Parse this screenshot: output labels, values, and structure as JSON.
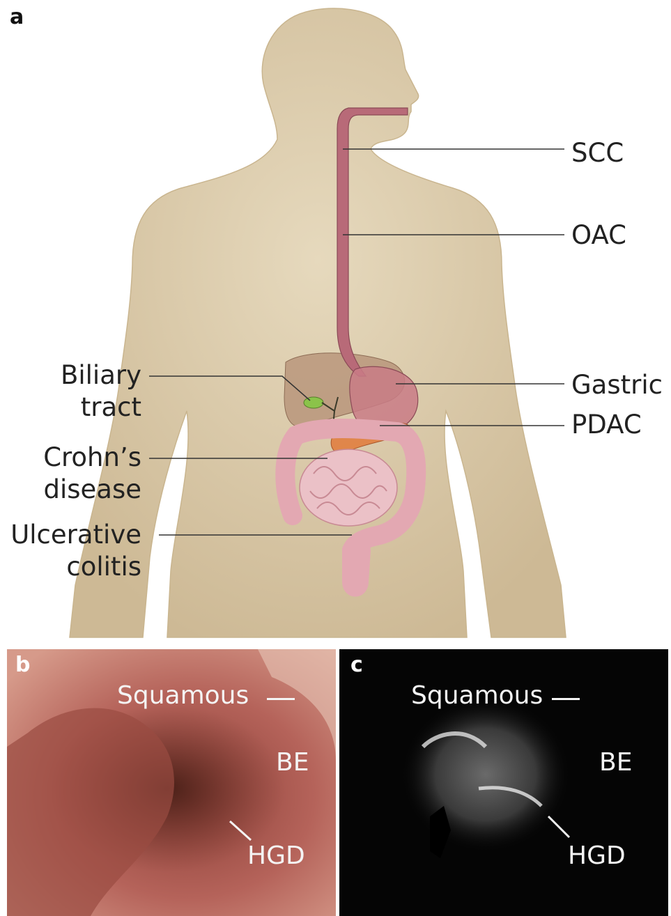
{
  "panel_a": {
    "letter": "a",
    "labels_right": {
      "scc": "SCC",
      "oac": "OAC",
      "gastric": "Gastric",
      "pdac": "PDAC"
    },
    "labels_left": {
      "biliary_line1": "Biliary",
      "biliary_line2": "tract",
      "crohns_line1": "Crohn’s",
      "crohns_line2": "disease",
      "uc_line1": "Ulcerative",
      "uc_line2": "colitis"
    }
  },
  "panel_b": {
    "letter": "b",
    "squamous": "Squamous",
    "be": "BE",
    "hgd": "HGD"
  },
  "panel_c": {
    "letter": "c",
    "squamous": "Squamous",
    "be": "BE",
    "hgd": "HGD"
  },
  "colors": {
    "skin": "#d8c8a8",
    "esophagus": "#b86a78",
    "liver": "#b08a70",
    "gallbladder": "#8bc34a",
    "pancreas": "#e07a3a",
    "intestine": "#e8b4bc",
    "endoscopy_bg": "#b5635a",
    "fluorescence_bg": "#050505"
  }
}
